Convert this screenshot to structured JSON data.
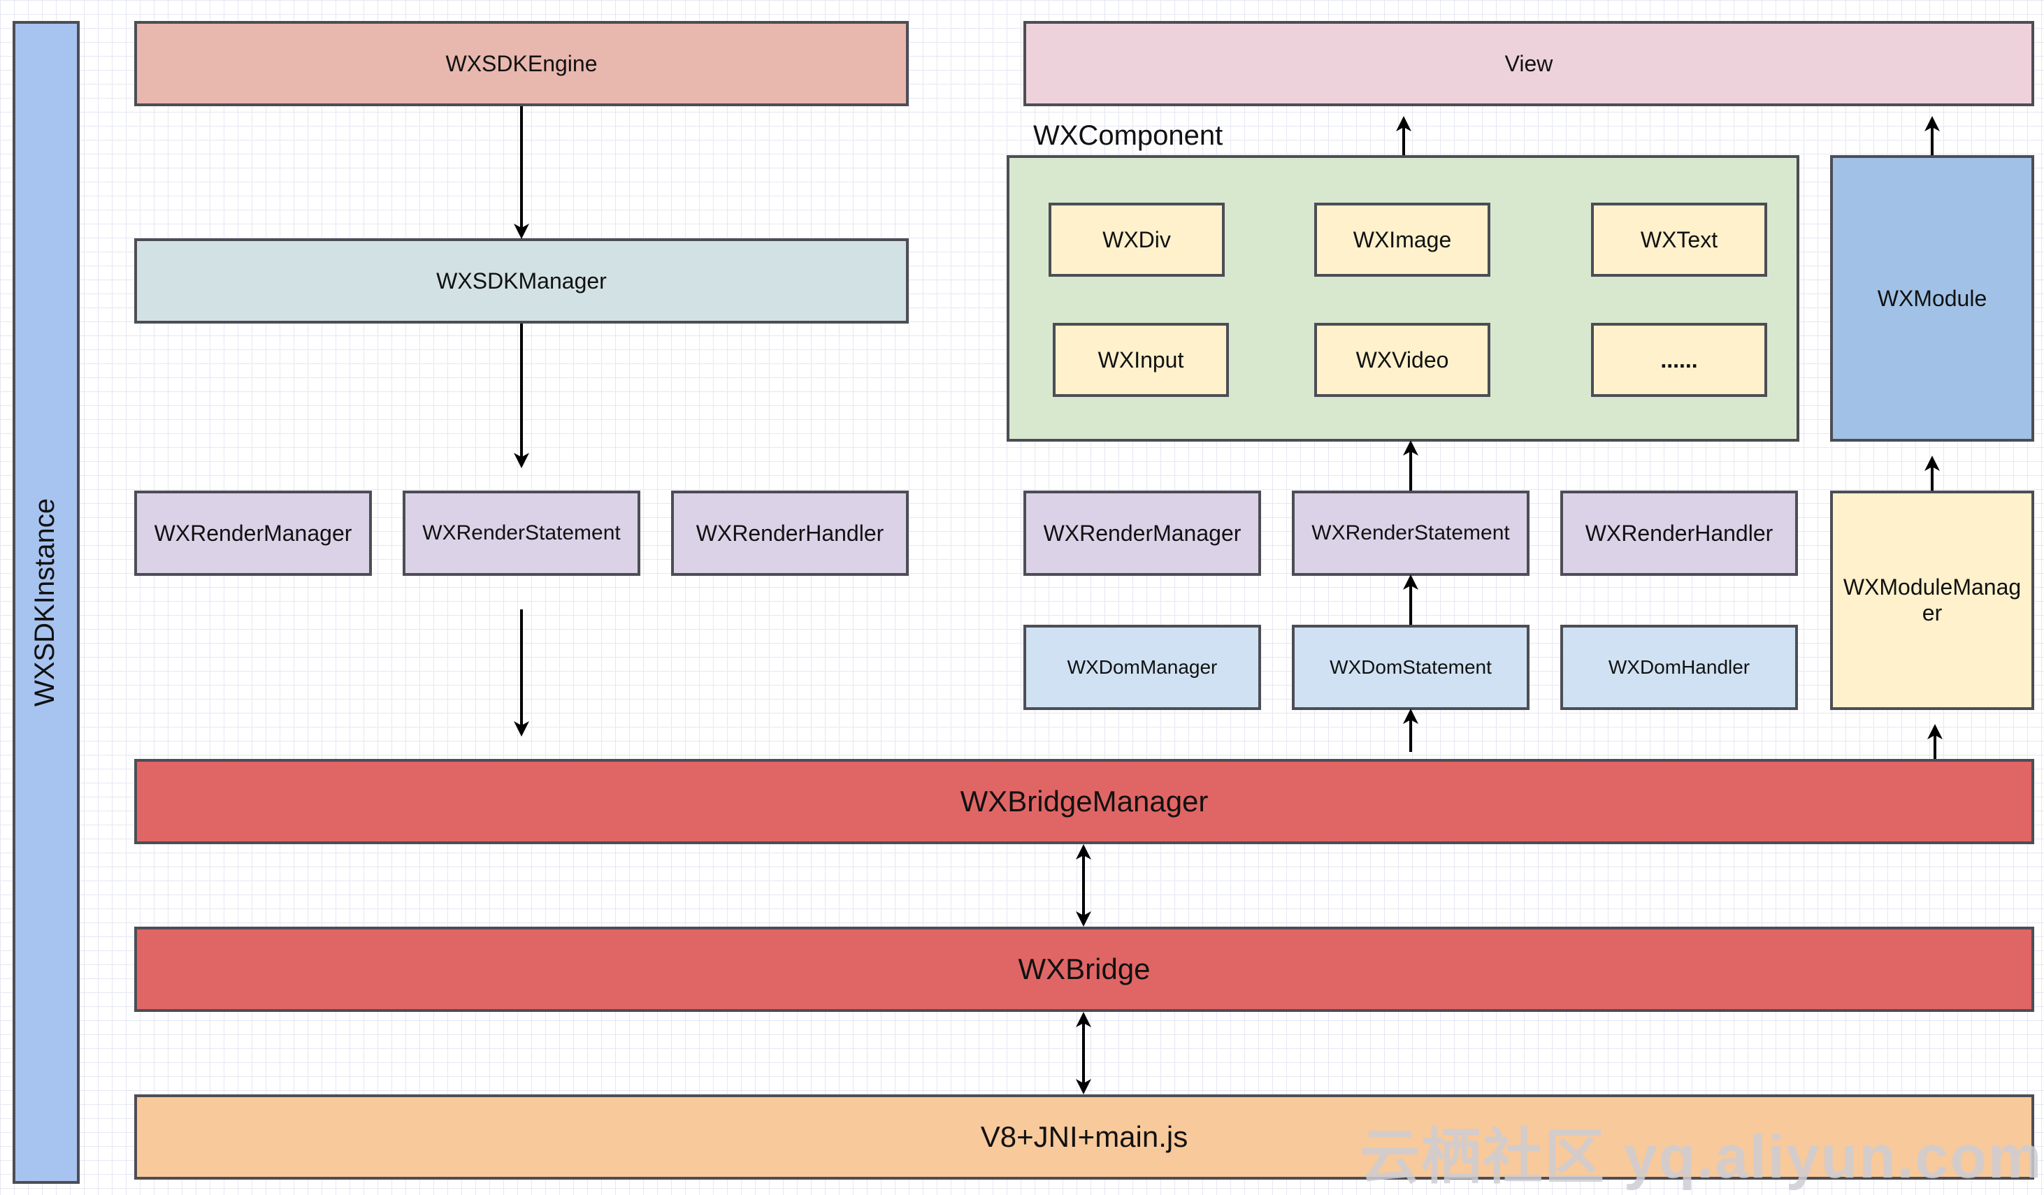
{
  "instance": {
    "label": "WXSDKInstance"
  },
  "left": {
    "engine": "WXSDKEngine",
    "manager": "WXSDKManager",
    "render_row": [
      "WXRenderManager",
      "WXRenderStatement",
      "WXRenderHandler"
    ]
  },
  "right": {
    "view": "View",
    "component_title": "WXComponent",
    "components": [
      "WXDiv",
      "WXImage",
      "WXText",
      "WXInput",
      "WXVideo",
      "......"
    ],
    "module": "WXModule",
    "render_row": [
      "WXRenderManager",
      "WXRenderStatement",
      "WXRenderHandler"
    ],
    "dom_row": [
      "WXDomManager",
      "WXDomStatement",
      "WXDomHandler"
    ],
    "module_manager": "WXModuleManager"
  },
  "bridge_manager": "WXBridgeManager",
  "bridge": "WXBridge",
  "runtime": "V8+JNI+main.js",
  "watermark": "云栖社区 yq.aliyun.com",
  "colors": {
    "engine": "#e8b7ae",
    "manager": "#d2e1e4",
    "render": "#dcd2e8",
    "view": "#eed2db",
    "component_bg": "#d8e8cf",
    "component_item": "#fef1cc",
    "module": "#a1c2e6",
    "dom": "#cfe1f2",
    "module_manager": "#fef1cc",
    "bridge": "#e06665",
    "runtime": "#f8c99b",
    "instance": "#a7c4f1",
    "border": "#4d4d55"
  }
}
